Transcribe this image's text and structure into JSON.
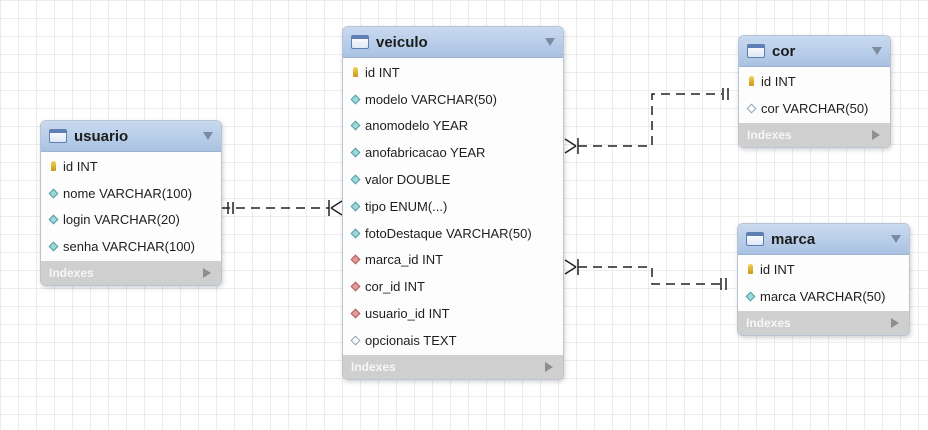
{
  "tables": {
    "usuario": {
      "name": "usuario",
      "columns": [
        {
          "text": "id INT",
          "icon": "primary-key-icon"
        },
        {
          "text": "nome VARCHAR(100)",
          "icon": "column-diamond-icon"
        },
        {
          "text": "login VARCHAR(20)",
          "icon": "column-diamond-icon"
        },
        {
          "text": "senha VARCHAR(100)",
          "icon": "column-diamond-icon"
        }
      ],
      "indexes_label": "Indexes"
    },
    "veiculo": {
      "name": "veiculo",
      "columns": [
        {
          "text": "id INT",
          "icon": "primary-key-icon"
        },
        {
          "text": "modelo VARCHAR(50)",
          "icon": "column-diamond-icon"
        },
        {
          "text": "anomodelo YEAR",
          "icon": "column-diamond-icon"
        },
        {
          "text": "anofabricacao YEAR",
          "icon": "column-diamond-icon"
        },
        {
          "text": "valor DOUBLE",
          "icon": "column-diamond-icon"
        },
        {
          "text": "tipo ENUM(...)",
          "icon": "column-diamond-icon"
        },
        {
          "text": "fotoDestaque VARCHAR(50)",
          "icon": "column-diamond-icon"
        },
        {
          "text": "marca_id INT",
          "icon": "foreign-key-diamond-icon"
        },
        {
          "text": "cor_id INT",
          "icon": "foreign-key-diamond-icon"
        },
        {
          "text": "usuario_id INT",
          "icon": "foreign-key-diamond-icon"
        },
        {
          "text": "opcionais TEXT",
          "icon": "nullable-column-diamond-icon"
        }
      ],
      "indexes_label": "Indexes"
    },
    "cor": {
      "name": "cor",
      "columns": [
        {
          "text": "id INT",
          "icon": "primary-key-icon"
        },
        {
          "text": "cor VARCHAR(50)",
          "icon": "nullable-column-diamond-icon"
        }
      ],
      "indexes_label": "Indexes"
    },
    "marca": {
      "name": "marca",
      "columns": [
        {
          "text": "id INT",
          "icon": "primary-key-icon"
        },
        {
          "text": "marca VARCHAR(50)",
          "icon": "column-diamond-icon"
        }
      ],
      "indexes_label": "Indexes"
    }
  },
  "relationships": [
    {
      "from": "usuario",
      "to": "veiculo",
      "from_cardinality": "one-and-only-one",
      "to_cardinality": "one-or-many"
    },
    {
      "from": "cor",
      "to": "veiculo",
      "from_cardinality": "one-and-only-one",
      "to_cardinality": "one-or-many"
    },
    {
      "from": "marca",
      "to": "veiculo",
      "from_cardinality": "one-and-only-one",
      "to_cardinality": "one-or-many"
    }
  ],
  "colors": {
    "header_gradient_top": "#c9daf0",
    "header_gradient_bottom": "#a9c2e2",
    "indexes_bar": "#cfcfcf",
    "connector_line": "#222222",
    "grid_line": "#ececec"
  }
}
